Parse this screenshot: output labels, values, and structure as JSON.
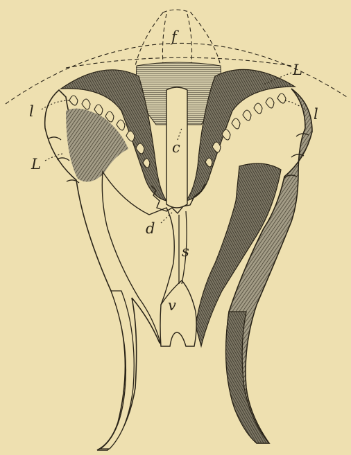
{
  "figure": {
    "labels": {
      "f": "f",
      "L_top": "L",
      "l_left": "l",
      "l_right": "l",
      "L_left": "L",
      "c": "c",
      "d": "d",
      "s": "s",
      "v": "v"
    },
    "colors": {
      "paper": "#eee0b0",
      "ink": "#2a2418",
      "shade_dark": "#6e6a5a",
      "shade_mid": "#9a9482",
      "shade_light": "#c9c1a0"
    }
  }
}
